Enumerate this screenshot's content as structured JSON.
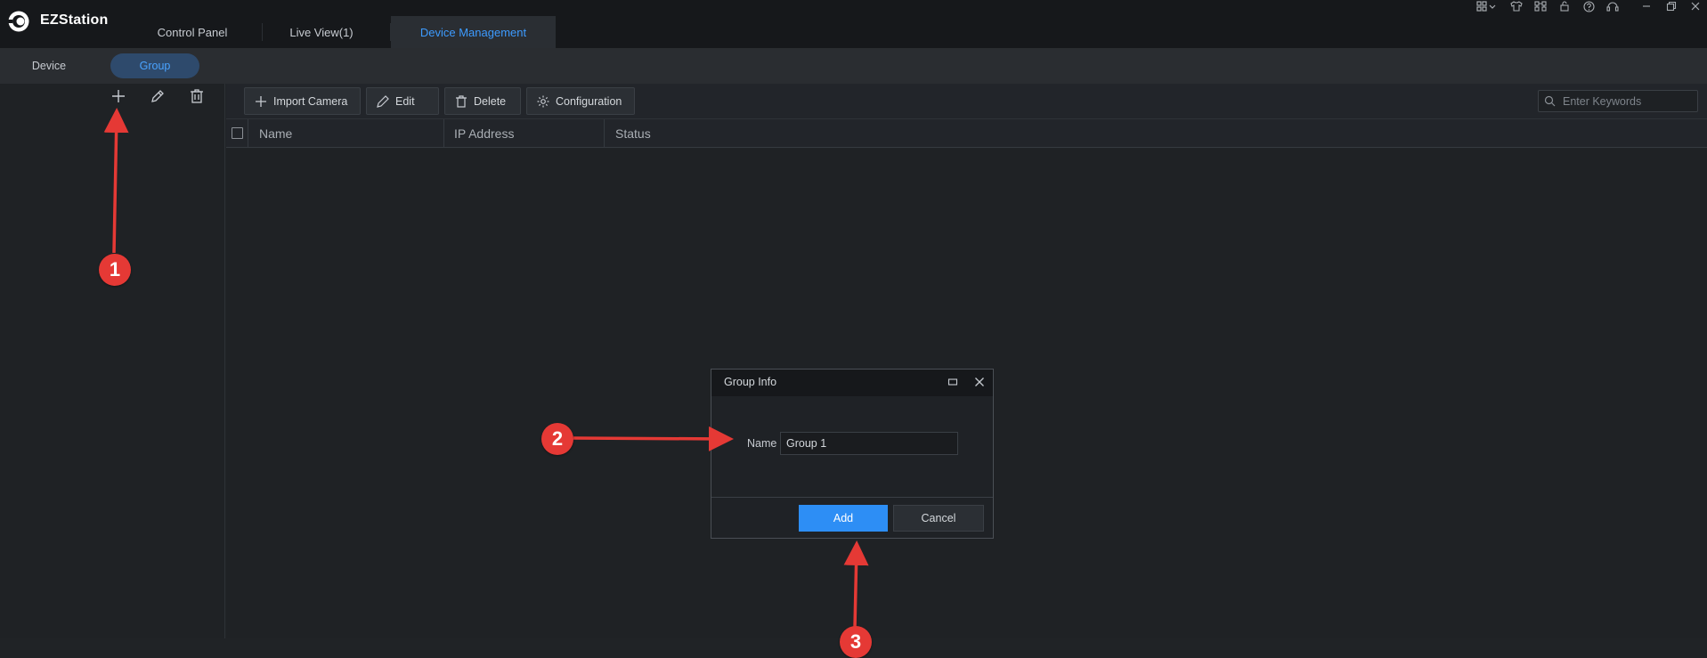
{
  "app": {
    "title": "EZStation"
  },
  "tabs": [
    {
      "label": "Control Panel"
    },
    {
      "label": "Live View(1)"
    },
    {
      "label": "Device Management"
    }
  ],
  "subtabs": [
    {
      "label": "Device"
    },
    {
      "label": "Group"
    }
  ],
  "toolbar": {
    "import_label": "Import Camera",
    "edit_label": "Edit",
    "delete_label": "Delete",
    "config_label": "Configuration"
  },
  "search": {
    "placeholder": "Enter Keywords"
  },
  "table": {
    "columns": [
      "Name",
      "IP Address",
      "Status"
    ]
  },
  "dialog": {
    "title": "Group Info",
    "name_label": "Name",
    "name_value": "Group 1",
    "add_label": "Add",
    "cancel_label": "Cancel"
  },
  "annotations": [
    "1",
    "2",
    "3"
  ],
  "colors": {
    "accent": "#2d8ef5",
    "annotation": "#e53935",
    "active_tab_text": "#3d9bff"
  }
}
